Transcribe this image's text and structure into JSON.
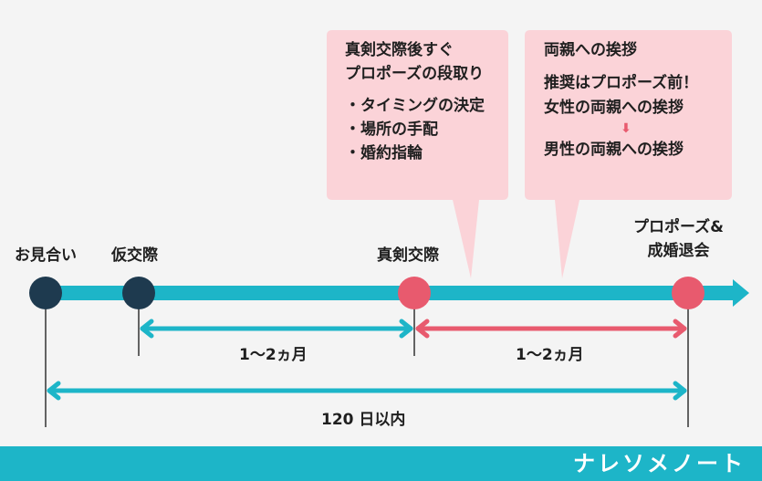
{
  "colors": {
    "accent_teal": "#1db5c8",
    "accent_red": "#e85a6e",
    "dark_node": "#1e3a4f",
    "bubble_bg": "#fbd3d8"
  },
  "bubble1": {
    "title_line1": "真剣交際後すぐ",
    "title_line2": "プロポーズの段取り",
    "items": [
      "・タイミングの決定",
      "・場所の手配",
      "・婚約指輪"
    ]
  },
  "bubble2": {
    "title": "両親への挨拶",
    "line1": "推奨はプロポーズ前！",
    "line2": "女性の両親への挨拶",
    "arrow": "⬇",
    "line3": "男性の両親への挨拶"
  },
  "timeline": {
    "stage1": "お見合い",
    "stage2": "仮交際",
    "stage3": "真剣交際",
    "stage4_line1": "プロポーズ&",
    "stage4_line2": "成婚退会"
  },
  "durations": {
    "span1": "1〜2ヵ月",
    "span2": "1〜2ヵ月",
    "total": "120 日以内"
  },
  "footer": {
    "brand": "ナレソメノート"
  }
}
